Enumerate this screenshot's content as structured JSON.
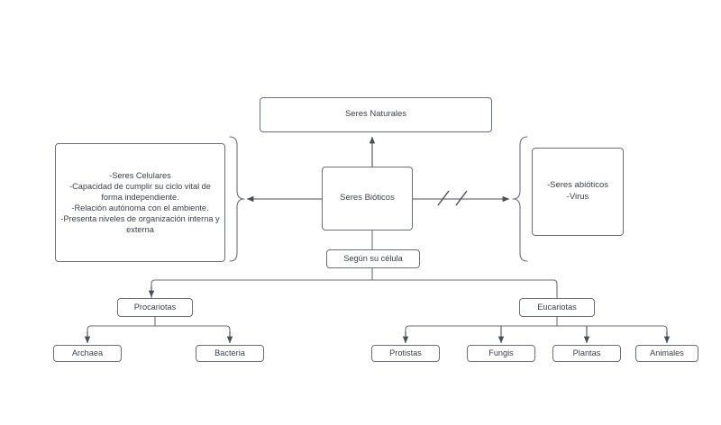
{
  "diagram": {
    "title": "Seres Naturales - mapa conceptual",
    "background_color": "#ffffff",
    "stroke_color": "#6b6f76",
    "text_color": "#3b3f46"
  },
  "nodes": {
    "naturales": {
      "label": "Seres Naturales"
    },
    "bioticos": {
      "label": "Seres Bióticos"
    },
    "abioticos": {
      "label": "-Seres abióticos\n-Virus"
    },
    "detalles": {
      "label": "-Seres Celulares\n-Capacidad de cumplir su ciclo vital de forma independiente.\n-Relación autónoma con el ambiente.\n-Presenta niveles de organización interna y externa"
    },
    "segun_celula": {
      "label": "Según su célula"
    },
    "procariotas": {
      "label": "Procariotas"
    },
    "eucariotas": {
      "label": "Eucariotas"
    }
  },
  "leaves": {
    "procariotas_children": [
      {
        "label": "Archaea"
      },
      {
        "label": "Bacteria"
      }
    ],
    "eucariotas_children": [
      {
        "label": "Protistas"
      },
      {
        "label": "Fungis"
      },
      {
        "label": "Plantas"
      },
      {
        "label": "Animales"
      }
    ]
  },
  "connectors": {
    "break_marks": "//",
    "arrow_up_to_naturales": "arrow-up",
    "arrow_left_to_detalles": "arrow-left",
    "arrow_right_to_abioticos": "arrow-right"
  }
}
